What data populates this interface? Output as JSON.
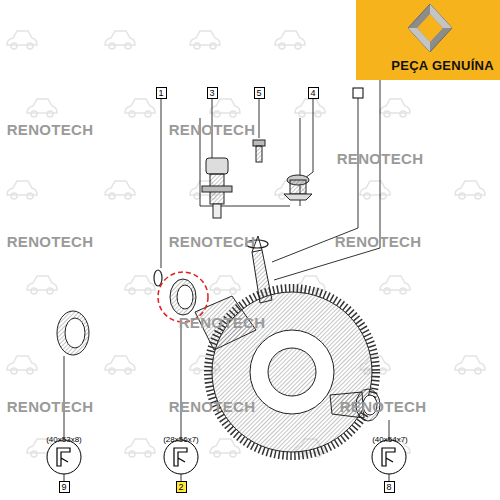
{
  "diagram": {
    "nodes": [
      {
        "text": [
          "PEÇA GENUÍNA"
        ]
      },
      {
        "text": [
          "1"
        ]
      },
      {
        "text": [
          "3"
        ]
      },
      {
        "text": [
          "5"
        ]
      },
      {
        "text": [
          "4"
        ]
      },
      {
        "text": [
          "9"
        ]
      },
      {
        "text": [
          "2"
        ]
      },
      {
        "text": [
          "8"
        ]
      }
    ],
    "labels": [
      "RENOTECH",
      "RENOTECH",
      "RENOTECH",
      "RENOTECH",
      "RENOTECH",
      "RENOTECH",
      "RENOTECH",
      "RENOTECH",
      "RENOTECH",
      "RENOTECH",
      "(40x53x8)",
      "(28x56x7)",
      "(40x54x7)"
    ]
  }
}
